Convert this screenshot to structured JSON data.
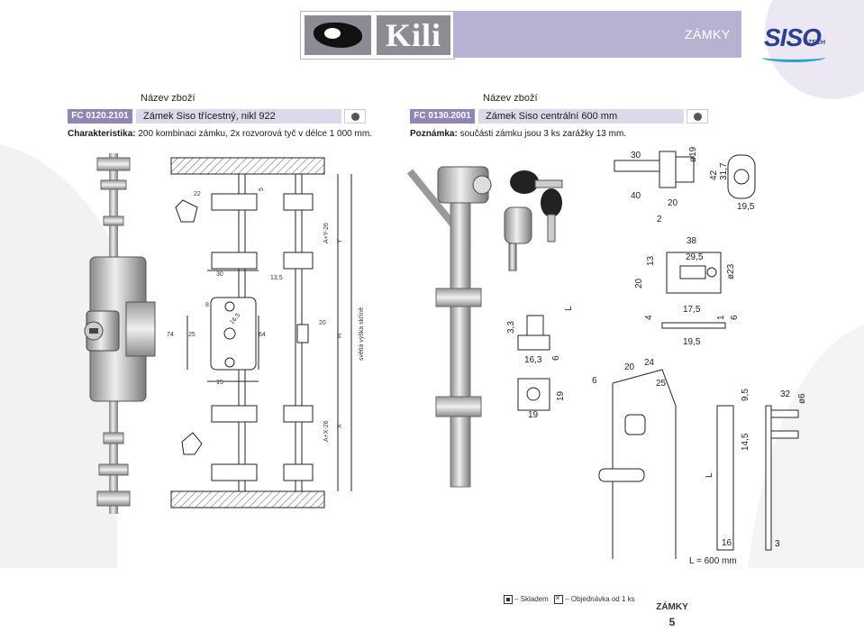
{
  "header": {
    "brand": "Kili",
    "section": "ZÁMKY",
    "partner_logo": "SISO",
    "partner_sub": "CZECH"
  },
  "products": [
    {
      "name_label": "Název zboží",
      "code": "FC 0120.2101",
      "name": "Zámek Siso třícestný, nikl 922",
      "note_label": "Charakteristika:",
      "note_text": "200 kombinaci zámku, 2x rozvorová tyč v délce 1 000 mm.",
      "availability_icon": "dot-icon"
    },
    {
      "name_label": "Název zboží",
      "code": "FC 0130.2001",
      "name": "Zámek Siso centrální 600 mm",
      "note_label": "Poznámka:",
      "note_text": "součásti zámku jsou 3 ks zarážky 13 mm.",
      "availability_icon": "dot-icon"
    }
  ],
  "drawing1": {
    "dims": [
      "22",
      "30",
      "8",
      "13,5",
      "74",
      "25",
      "64",
      "15",
      "20",
      "A+Y-26",
      "A+X-26",
      "Y",
      "X",
      "H",
      "světlá výška skříně",
      "5",
      "16,5"
    ]
  },
  "drawing2": {
    "dims": [
      "30",
      "ø19",
      "40",
      "20",
      "2",
      "42",
      "31,7",
      "19,5",
      "38",
      "29,5",
      "13",
      "20",
      "ø23",
      "17,5",
      "4",
      "1",
      "6",
      "19,5",
      "3,3",
      "16,3",
      "6",
      "L",
      "19",
      "19",
      "6",
      "20",
      "24",
      "25",
      "9,5",
      "32",
      "ø6",
      "14,5",
      "L",
      "16",
      "3"
    ],
    "length_label": "L =  600 mm"
  },
  "footer": {
    "legend_stock": "– Skladem",
    "legend_order": "– Objednávka od 1 ks",
    "title": "ZÁMKY",
    "page": "5"
  },
  "colors": {
    "band": "#b8b2d2",
    "code_box": "#9186b6",
    "name_box": "#ddd9ea",
    "siso_blue": "#2d3f8f"
  }
}
